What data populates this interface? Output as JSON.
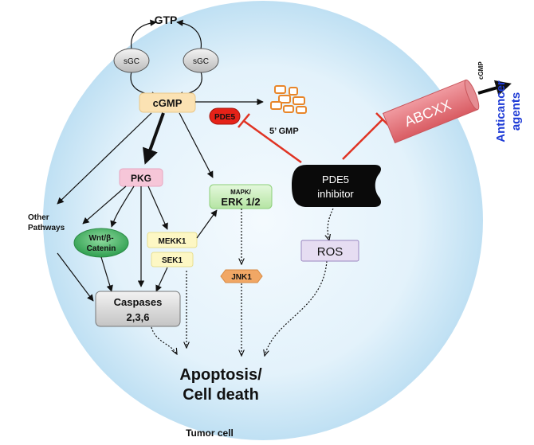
{
  "labels": {
    "gtp": "GTP",
    "sgc_left": "sGC",
    "sgc_right": "sGC",
    "cgmp": "cGMP",
    "pde5": "PDE5",
    "five_gmp": "5’ GMP",
    "pkg": "PKG",
    "mapk_line1": "MAPK/",
    "mapk_line2": "ERK 1/2",
    "other_line1": "Other",
    "other_line2": "Pathways",
    "wnt_line1": "Wnt/β-",
    "wnt_line2": "Catenin",
    "mekk1": "MEKK1",
    "sek1": "SEK1",
    "jnk1": "JNK1",
    "caspases_line1": "Caspases",
    "caspases_line2": "2,3,6",
    "apoptosis_line1": "Apoptosis/",
    "apoptosis_line2": "Cell death",
    "tumor_cell": "Tumor cell",
    "pde5i_line1": "PDE5",
    "pde5i_line2": "inhibitor",
    "ros": "ROS",
    "abcxx": "ABCXX",
    "cgmp_small": "cGMP",
    "anticancer_line1": "Anticancer",
    "anticancer_line2": "agents"
  },
  "colors": {
    "cell_fill": "#cfe8f7",
    "inhibition": "#e03323",
    "anticancer_text": "#1f3cd6",
    "abc_fill": "#e8747a",
    "pkg_fill": "#f6c6d8",
    "cgmp_fill": "#fbe2b3",
    "mapk_fill": "#c9eebd",
    "wnt_fill": "#3cae5c",
    "jnk_fill": "#f1a765",
    "ros_fill": "#e6ddf2",
    "pde5_fill": "#e52218"
  }
}
